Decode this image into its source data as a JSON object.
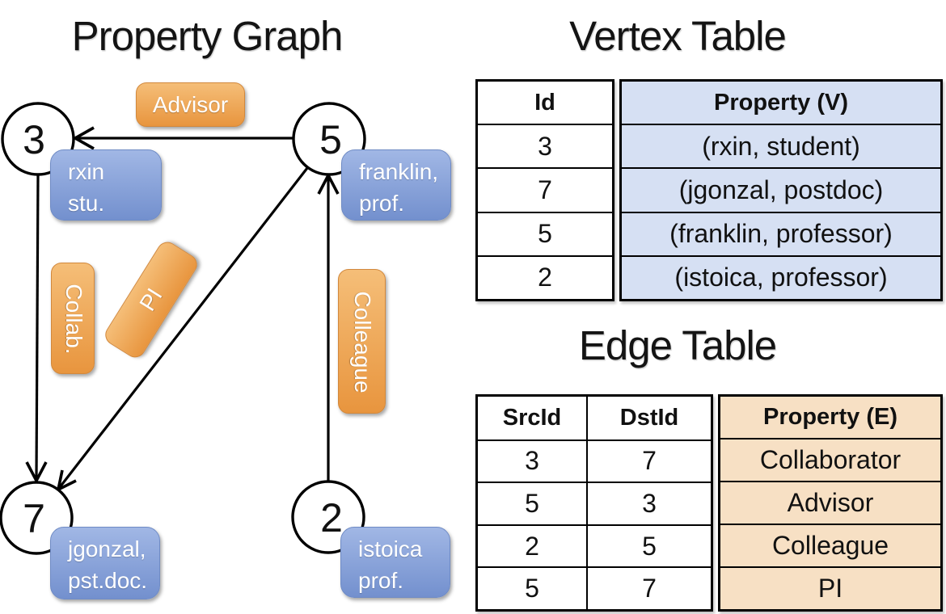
{
  "graph": {
    "title": "Property Graph",
    "nodes": {
      "n3": {
        "id": "3",
        "lines": [
          "rxin",
          "stu."
        ]
      },
      "n5": {
        "id": "5",
        "lines": [
          "franklin,",
          "prof."
        ]
      },
      "n7": {
        "id": "7",
        "lines": [
          "jgonzal,",
          "pst.doc."
        ]
      },
      "n2": {
        "id": "2",
        "lines": [
          "istoica",
          "prof."
        ]
      }
    },
    "edges": {
      "advisor": "Advisor",
      "collab": "Collab.",
      "pi": "PI",
      "colleague": "Colleague"
    }
  },
  "vertex_table": {
    "title": "Vertex Table",
    "headers": {
      "id": "Id",
      "property": "Property (V)"
    },
    "rows": [
      {
        "id": "3",
        "property": "(rxin, student)"
      },
      {
        "id": "7",
        "property": "(jgonzal, postdoc)"
      },
      {
        "id": "5",
        "property": "(franklin, professor)"
      },
      {
        "id": "2",
        "property": "(istoica, professor)"
      }
    ]
  },
  "edge_table": {
    "title": "Edge Table",
    "headers": {
      "src": "SrcId",
      "dst": "DstId",
      "property": "Property (E)"
    },
    "rows": [
      {
        "src": "3",
        "dst": "7",
        "property": "Collaborator"
      },
      {
        "src": "5",
        "dst": "3",
        "property": "Advisor"
      },
      {
        "src": "2",
        "dst": "5",
        "property": "Colleague"
      },
      {
        "src": "5",
        "dst": "7",
        "property": "PI"
      }
    ]
  },
  "colors": {
    "orange_top": "#F5BE78",
    "orange_bottom": "#E8953E",
    "blue_top": "#A1B7E5",
    "blue_bottom": "#7390CE",
    "vertex_property_bg": "#D6E0F3",
    "edge_property_bg": "#F7E0C4",
    "line_black": "#000000"
  }
}
